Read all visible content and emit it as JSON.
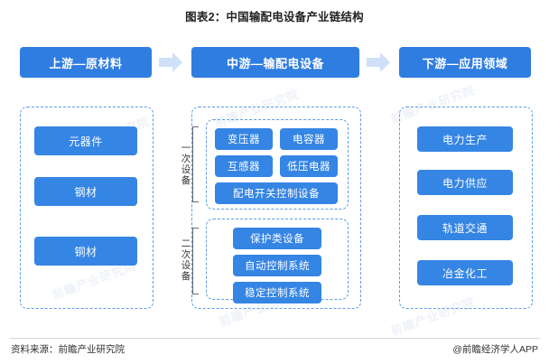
{
  "title": "图表2：中国输配电设备产业链结构",
  "watermarks": [
    "前瞻产业研究院",
    "前瞻产业研究院",
    "前瞻产业研究院",
    "前瞻产业研究院",
    "前瞻产业研究院",
    "前瞻产业研究院"
  ],
  "colors": {
    "header_bg": "#2f7de1",
    "pill_bg": "#3585e4",
    "dashed_border": "#5b9bea",
    "arrow": "#cfe0f7"
  },
  "columns": [
    {
      "header": "上游—原材料",
      "items": [
        "元器件",
        "钢材",
        "铜材"
      ]
    },
    {
      "header": "中游—输配电设备",
      "groups": [
        {
          "label": "一次设备",
          "items": [
            "变压器",
            "电容器",
            "互感器",
            "低压电器",
            "配电开关控制设备"
          ]
        },
        {
          "label": "二次设备",
          "items": [
            "保护类设备",
            "自动控制系统",
            "稳定控制系统"
          ]
        }
      ]
    },
    {
      "header": "下游—应用领域",
      "items": [
        "电力生产",
        "电力供应",
        "轨道交通",
        "冶金化工"
      ]
    }
  ],
  "footer": {
    "source": "资料来源：前瞻产业研究院",
    "account": "@前瞻经济学人APP"
  },
  "icons": {
    "arrow": "arrow-right-icon"
  }
}
